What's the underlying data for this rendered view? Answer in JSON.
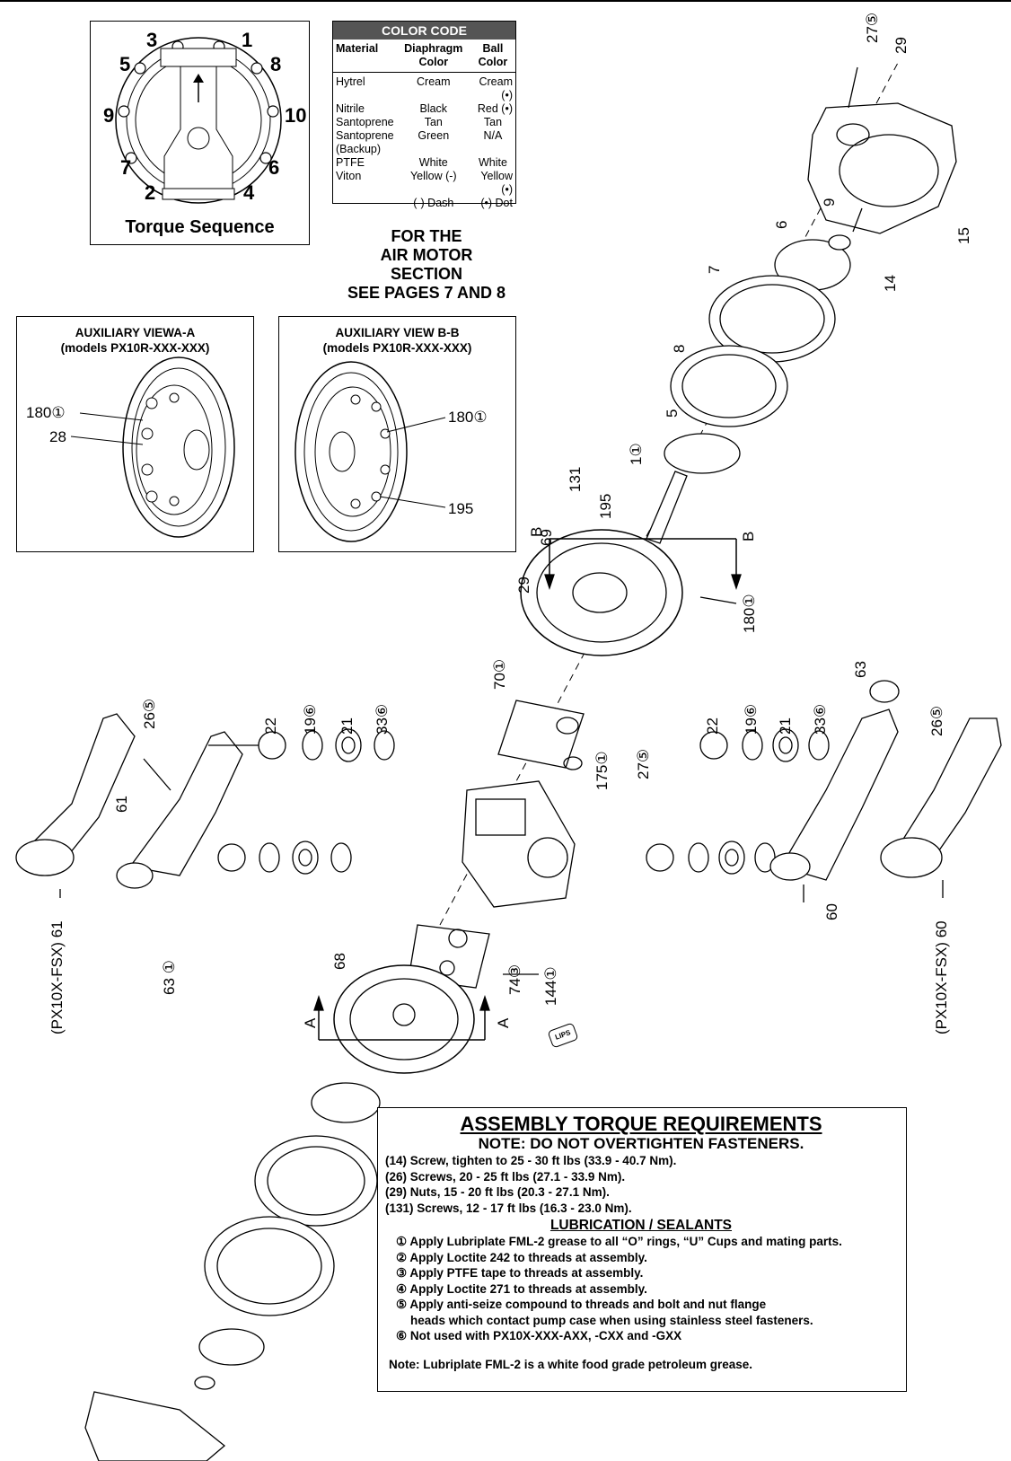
{
  "torque_sequence": {
    "title": "Torque Sequence",
    "numbers": [
      "3",
      "1",
      "5",
      "8",
      "9",
      "10",
      "7",
      "6",
      "2",
      "4"
    ]
  },
  "color_code": {
    "title": "COLOR CODE",
    "headers": [
      "Material",
      "Diaphragm Color",
      "Ball Color"
    ],
    "rows": [
      [
        "Hytrel",
        "Cream",
        "Cream (•)"
      ],
      [
        "Nitrile",
        "Black",
        "Red (•)"
      ],
      [
        "Santoprene",
        "Tan",
        "Tan"
      ],
      [
        "Santoprene",
        "Green",
        "N/A"
      ],
      [
        "(Backup)",
        "",
        ""
      ],
      [
        "PTFE",
        "White",
        "White"
      ],
      [
        "Viton",
        "Yellow (-)",
        "Yellow (•)"
      ],
      [
        "",
        "(-) Dash",
        "(•) Dot"
      ]
    ]
  },
  "air_motor_note": [
    "FOR THE",
    "AIR MOTOR SECTION",
    "SEE PAGES 7 AND 8"
  ],
  "aux_view_a": {
    "title": "AUXILIARY VIEWA-A",
    "subtitle": "(models PX10R-XXX-XXX)",
    "labels": [
      "180①",
      "28"
    ]
  },
  "aux_view_b": {
    "title": "AUXILIARY VIEW B-B",
    "subtitle": "(models PX10R-XXX-XXX)",
    "labels": [
      "180①",
      "195"
    ]
  },
  "part_labels": {
    "p27a": "27⑤",
    "p29a": "29",
    "p15": "15",
    "p9": "9",
    "p6": "6",
    "p14": "14",
    "p7": "7",
    "p8": "8",
    "p5": "5",
    "p1": "1①",
    "p131": "131",
    "p195": "195",
    "p69": "69",
    "pB1": "B",
    "pB2": "B",
    "p29b": "29",
    "p180": "180①",
    "p70": "70①",
    "p175": "175①",
    "p27b": "27⑤",
    "p63a": "63",
    "p26a": "26⑤",
    "p22a": "22",
    "p19a": "19⑥",
    "p21a": "21",
    "p33a": "33⑥",
    "p26b": "26⑤",
    "p22b": "22",
    "p19b": "19⑥",
    "p21b": "21",
    "p33b": "33⑥",
    "p61": "61",
    "p63b": "63 ①",
    "p61fsx": "(PX10X-FSX) 61",
    "p68": "68",
    "p74": "74③",
    "p144": "144①",
    "pA1": "A",
    "pA2": "A",
    "p60": "60",
    "p60fsx": "(PX10X-FSX) 60"
  },
  "torque_requirements": {
    "title": "ASSEMBLY TORQUE REQUIREMENTS",
    "note": "NOTE: DO NOT OVERTIGHTEN FASTENERS.",
    "lines": [
      "(14) Screw, tighten to 25 - 30 ft lbs (33.9 - 40.7 Nm).",
      "(26) Screws, 20 - 25 ft lbs (27.1 - 33.9 Nm).",
      "(29) Nuts, 15 - 20 ft lbs (20.3 - 27.1 Nm).",
      "(131) Screws, 12 - 17 ft lbs (16.3 - 23.0 Nm)."
    ],
    "lub_title": "LUBRICATION / SEALANTS",
    "lub_lines": [
      "① Apply Lubriplate FML-2 grease to all “O” rings, “U” Cups and mating parts.",
      "② Apply Loctite 242 to threads at assembly.",
      "③ Apply PTFE tape to threads at assembly.",
      "④ Apply Loctite 271 to threads at assembly.",
      "⑤ Apply anti-seize compound to threads and bolt and nut flange",
      "heads which contact pump case when using stainless steel fasteners.",
      "⑥ Not used with PX10X-XXX-AXX, -CXX and -GXX"
    ],
    "footnote": "Note: Lubriplate FML-2 is a white food grade petroleum grease."
  },
  "lips_badge": "LIPS"
}
